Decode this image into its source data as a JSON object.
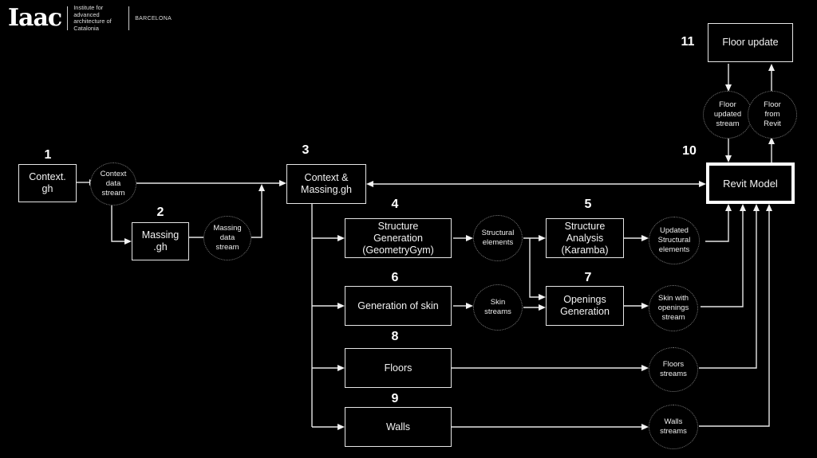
{
  "header": {
    "logo_mark": "Iaac",
    "institute_name": "Institute for advanced architecture of Catalonia",
    "city": "BARCELONA"
  },
  "nodes": {
    "context_gh": {
      "number": "1",
      "label": "Context.\ngh"
    },
    "massing_gh": {
      "number": "2",
      "label": "Massing\n.gh"
    },
    "context_massing_gh": {
      "number": "3",
      "label": "Context &\nMassing.gh"
    },
    "structure_generation": {
      "number": "4",
      "label": "Structure\nGeneration\n(GeometryGym)"
    },
    "structure_analysis": {
      "number": "5",
      "label": "Structure\nAnalysis\n(Karamba)"
    },
    "generation_of_skin": {
      "number": "6",
      "label": "Generation of skin"
    },
    "openings_generation": {
      "number": "7",
      "label": "Openings\nGeneration"
    },
    "floors": {
      "number": "8",
      "label": "Floors"
    },
    "walls": {
      "number": "9",
      "label": "Walls"
    },
    "revit_model": {
      "number": "10",
      "label": "Revit Model"
    },
    "floor_update": {
      "number": "11",
      "label": "Floor update"
    }
  },
  "streams": {
    "context_data_stream": "Context\ndata\nstream",
    "massing_data_stream": "Massing\ndata\nstream",
    "structural_elements": "Structural\nelements",
    "updated_structural_elements": "Updated\nStructural\nelements",
    "skin_streams": "Skin\nstreams",
    "skin_with_openings_stream": "Skin with\nopenings\nstream",
    "floors_streams": "Floors\nstreams",
    "walls_streams": "Walls\nstreams",
    "floor_updated_stream": "Floor\nupdated\nstream",
    "floor_from_revit": "Floor\nfrom\nRevit"
  },
  "colors": {
    "background": "#000000",
    "line": "#e6e6e6",
    "text": "#ffffff",
    "stream_border": "#777777"
  }
}
